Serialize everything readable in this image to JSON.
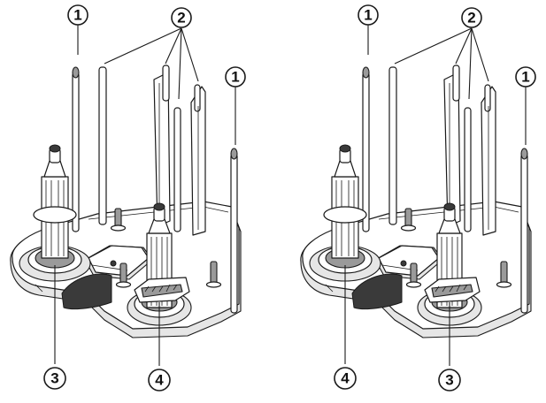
{
  "callouts": {
    "post": "1",
    "hub_guide": "2",
    "reel_hub": "3",
    "reel_lock": "4"
  }
}
